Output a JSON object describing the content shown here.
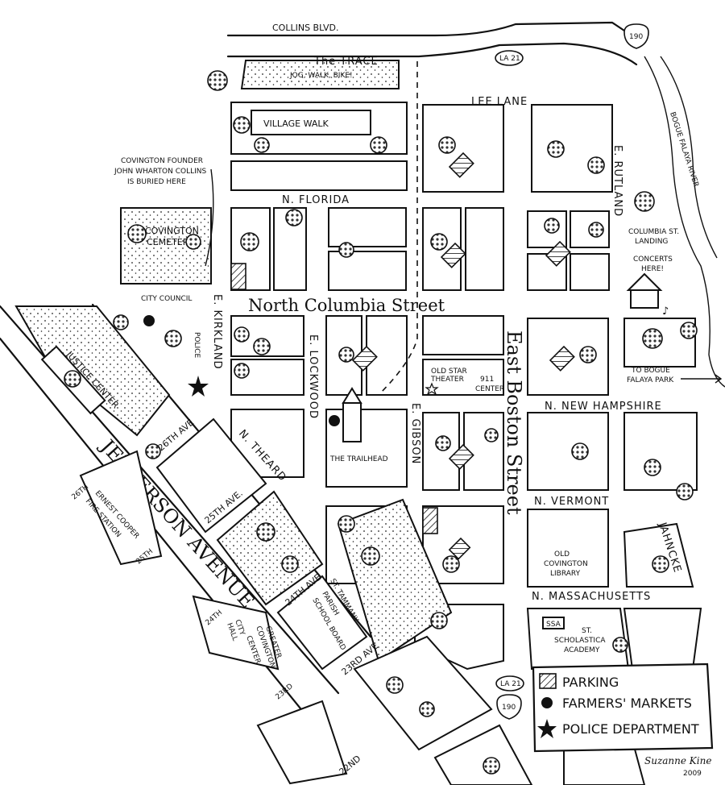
{
  "streets": {
    "collins": "COLLINS BLVD.",
    "lee_lane": "LEE LANE",
    "n_florida": "N. FLORIDA",
    "north_columbia": "North Columbia Street",
    "east_boston": "East Boston Street",
    "n_new_hampshire": "N. NEW HAMPSHIRE",
    "n_vermont": "N. VERMONT",
    "n_massachusetts": "N. MASSACHUSETTS",
    "e_rutland": "E. RUTLAND",
    "e_kirkland": "E. KIRKLAND",
    "e_lockwood": "E. LOCKWOOD",
    "e_gibson": "E. GIBSON",
    "n_theard": "N. THEARD",
    "jefferson": "JEFFERSON AVENUE",
    "jahncke": "JAHNCKE",
    "ave_26th": "26TH AVE",
    "ave_25th": "25TH AVE.",
    "ave_24th": "24TH AVE",
    "ave_23rd": "23RD AVE",
    "ave_22nd": "22ND",
    "short_26th": "26TH",
    "short_25th": "25TH",
    "short_24th": "24TH",
    "short_23rd": "23RD",
    "bogue_falaya": "BOGUE FALAYA RIVER"
  },
  "shields": {
    "us190_top": "190",
    "la21_top": "LA 21",
    "la21_bottom": "LA 21",
    "us190_bottom": "190"
  },
  "places": {
    "trace_title": "The TRACE",
    "trace_sub": "JOG, WALK, BIKE!",
    "village_walk": "VILLAGE WALK",
    "founder_1": "COVINGTON FOUNDER",
    "founder_2": "JOHN WHARTON COLLINS",
    "founder_3": "IS BURIED HERE",
    "cemetery_1": "COVINGTON",
    "cemetery_2": "CEMETERY",
    "city_council": "CITY COUNCIL",
    "police": "POLICE",
    "justice_center": "JUSTICE CENTER",
    "trailhead": "THE TRAILHEAD",
    "old_star_1": "OLD STAR",
    "old_star_2": "THEATER",
    "center_911_1": "911",
    "center_911_2": "CENTER",
    "landing_1": "COLUMBIA ST.",
    "landing_2": "LANDING",
    "landing_3": "CONCERTS",
    "landing_4": "HERE!",
    "bogue_park_1": "TO BOGUE",
    "bogue_park_2": "FALAYA PARK",
    "library_1": "OLD",
    "library_2": "COVINGTON",
    "library_3": "LIBRARY",
    "fire_1": "ERNEST COOPER",
    "fire_2": "FIRE STATION",
    "school_1": "ST. TAMMANY",
    "school_2": "PARISH",
    "school_3": "SCHOOL BOARD",
    "city_hall_1": "CITY",
    "city_hall_2": "HALL",
    "gcc_1": "GREATER",
    "gcc_2": "COVINGTON",
    "gcc_3": "CENTER",
    "scholastica_1": "ST.",
    "scholastica_2": "SCHOLASTICA",
    "scholastica_3": "ACADEMY",
    "ssa": "SSA"
  },
  "legend": {
    "parking": "PARKING",
    "farmers_markets": "FARMERS' MARKETS",
    "police_department": "POLICE DEPARTMENT"
  },
  "signature": {
    "artist": "Suzanne Kine",
    "year": "2009"
  }
}
